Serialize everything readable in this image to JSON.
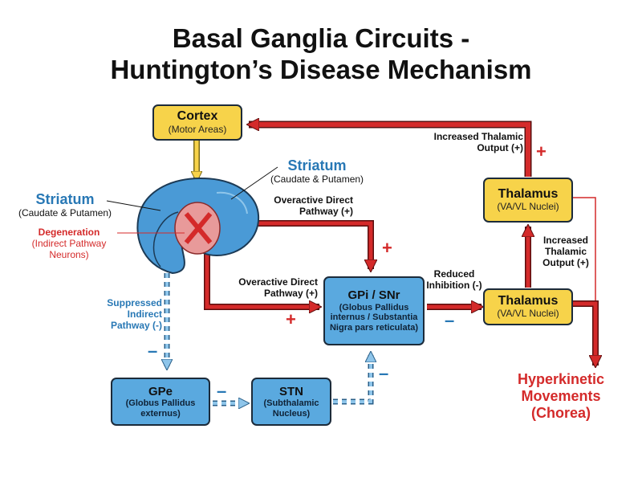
{
  "title": {
    "line1": "Basal Ganglia Circuits -",
    "line2": "Huntington’s Disease Mechanism"
  },
  "nodes": {
    "cortex": {
      "title": "Cortex",
      "subtitle": "(Motor Areas)"
    },
    "gpi_snr": {
      "title": "GPi / SNr",
      "subtitle": "(Globus Pallidus internus / Substantia Nigra pars reticulata)"
    },
    "thalamus_upper": {
      "title": "Thalamus",
      "subtitle": "(VA/VL Nuclei)"
    },
    "thalamus_lower": {
      "title": "Thalamus",
      "subtitle": "(VA/VL Nuclei)"
    },
    "gpe": {
      "title": "GPe",
      "subtitle": "(Globus Pallidus externus)"
    },
    "stn": {
      "title": "STN",
      "subtitle": "(Subthalamic Nucleus)"
    }
  },
  "striatum_labels": {
    "right": {
      "title": "Striatum",
      "subtitle": "(Caudate & Putamen)"
    },
    "left": {
      "title": "Striatum",
      "subtitle": "(Caudate & Putamen)"
    },
    "degeneration": {
      "title": "Degeneration",
      "subtitle": "(Indirect Pathway Neurons)"
    }
  },
  "edge_labels": {
    "overactive_direct_top": "Overactive Direct Pathway (+)",
    "overactive_direct_bottom": "Overactive Direct Pathway (+)",
    "suppressed_indirect": "Suppressed Indirect Pathway (-)",
    "reduced_inhibition": "Reduced Inhibition (-)",
    "increased_output_top": "Increased Thalamic Output (+)",
    "increased_output_right": "Increased Thalamic Output (+)",
    "outcome": "Hyperkinetic Movements (Chorea)"
  },
  "signs": {
    "plus": "+",
    "minus": "–"
  },
  "colors": {
    "yellow_box": "#f7d34a",
    "blue_box": "#5aa9df",
    "red_arrow": "#d42a2a",
    "dashed_arrow": "#5aa9df",
    "striatum_blue": "#4a9ad6",
    "degeneration_pink": "#e89a9a",
    "label_teal": "#2878b5"
  }
}
